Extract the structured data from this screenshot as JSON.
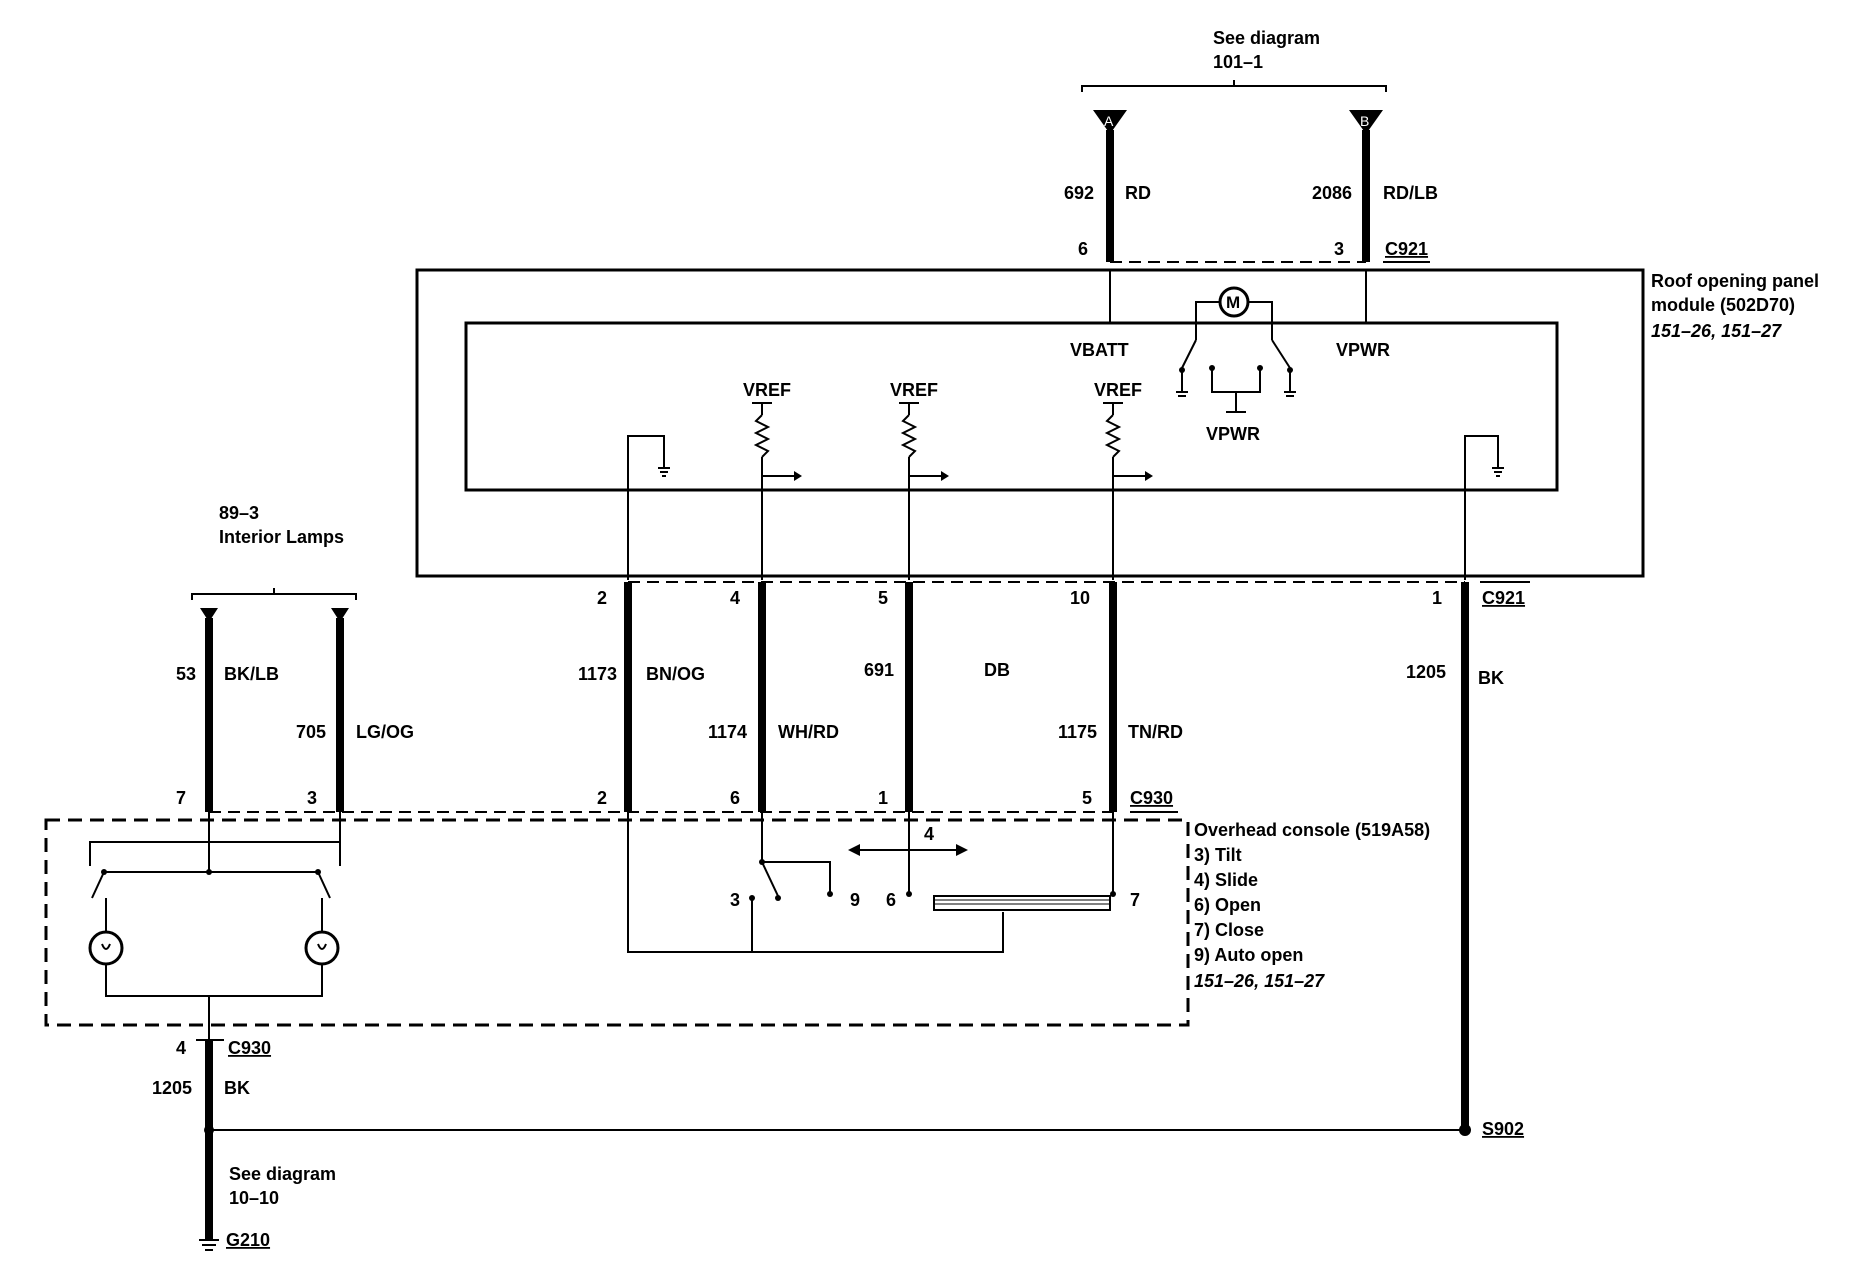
{
  "references": {
    "top": {
      "line1": "See diagram",
      "line2": "101–1"
    },
    "interior": {
      "line1": "89–3",
      "line2": "Interior Lamps"
    },
    "bottom": {
      "line1": "See diagram",
      "line2": "10–10"
    }
  },
  "terminals": {
    "a": "A",
    "b": "B"
  },
  "wires": {
    "w692": {
      "circuit": "692",
      "color": "RD"
    },
    "w2086": {
      "circuit": "2086",
      "color": "RD/LB"
    },
    "w1173": {
      "circuit": "1173",
      "color": "BN/OG"
    },
    "w1174": {
      "circuit": "1174",
      "color": "WH/RD"
    },
    "w691": {
      "circuit": "691",
      "color": "DB"
    },
    "w1175": {
      "circuit": "1175",
      "color": "TN/RD"
    },
    "w1205r": {
      "circuit": "1205",
      "color": "BK"
    },
    "w53": {
      "circuit": "53",
      "color": "BK/LB"
    },
    "w705": {
      "circuit": "705",
      "color": "LG/OG"
    },
    "w1205l": {
      "circuit": "1205",
      "color": "BK"
    }
  },
  "connectors": {
    "c921": "C921",
    "c930": "C930",
    "s902": "S902",
    "g210": "G210"
  },
  "pins": {
    "c921_top": [
      "6",
      "3"
    ],
    "c921_bottom": [
      "2",
      "4",
      "5",
      "10",
      "1"
    ],
    "c930_top": [
      "7",
      "3",
      "2",
      "6",
      "1",
      "5"
    ],
    "c930_bottom": "4",
    "switch": {
      "p3": "3",
      "p9": "9",
      "p6": "6",
      "p7": "7",
      "p4": "4"
    }
  },
  "module": {
    "title_line1": "Roof opening panel",
    "title_line2": "module (502D70)",
    "refs": "151–26, 151–27",
    "vbatt": "VBATT",
    "vpwr": "VPWR",
    "vpwr2": "VPWR",
    "vref": "VREF",
    "motor": "M"
  },
  "console": {
    "title": "Overhead console (519A58)",
    "items": [
      "3)   Tilt",
      "4)   Slide",
      "6)   Open",
      "7)   Close",
      "9)   Auto open"
    ],
    "refs": "151–26, 151–27"
  }
}
